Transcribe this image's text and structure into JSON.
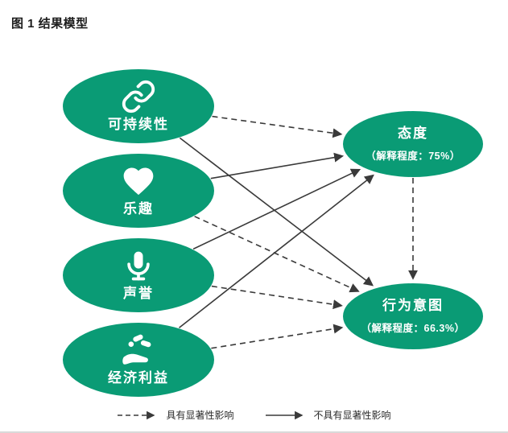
{
  "title": "图 1 结果模型",
  "colors": {
    "node_fill": "#0a9b75",
    "arrow": "#3a3a3a",
    "title_text": "#1c1c1c"
  },
  "nodes": {
    "sustainability": {
      "label": "可持续性",
      "icon": "chain-link-icon"
    },
    "fun": {
      "label": "乐趣",
      "icon": "heart-icon"
    },
    "reputation": {
      "label": "声誉",
      "icon": "microphone-icon"
    },
    "economic": {
      "label": "经济利益",
      "icon": "hand-pills-icon"
    },
    "attitude": {
      "label": "态度",
      "sublabel": "（解释程度：75%）"
    },
    "intention": {
      "label": "行为意图",
      "sublabel": "（解释程度：66.3%）"
    }
  },
  "connections": [
    {
      "from": "sustainability",
      "to": "attitude",
      "style": "dashed"
    },
    {
      "from": "sustainability",
      "to": "intention",
      "style": "solid"
    },
    {
      "from": "fun",
      "to": "attitude",
      "style": "solid"
    },
    {
      "from": "fun",
      "to": "intention",
      "style": "dashed"
    },
    {
      "from": "reputation",
      "to": "attitude",
      "style": "solid"
    },
    {
      "from": "reputation",
      "to": "intention",
      "style": "dashed"
    },
    {
      "from": "economic",
      "to": "attitude",
      "style": "solid"
    },
    {
      "from": "economic",
      "to": "intention",
      "style": "dashed"
    },
    {
      "from": "attitude",
      "to": "intention",
      "style": "dashed"
    }
  ],
  "legend": [
    {
      "style": "dashed",
      "label": "具有显著性影响"
    },
    {
      "style": "solid",
      "label": "不具有显著性影响"
    }
  ]
}
